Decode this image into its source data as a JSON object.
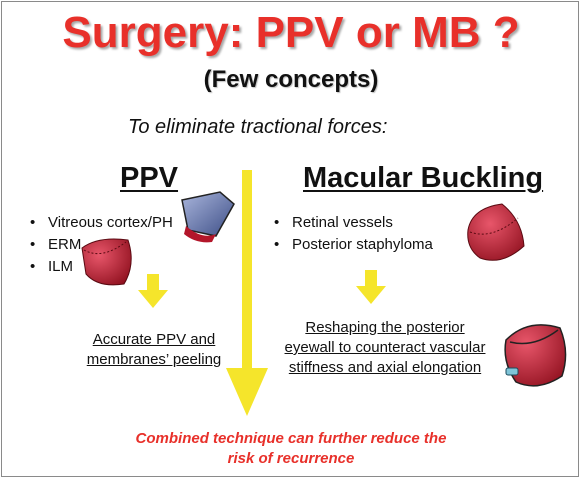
{
  "title": "Surgery: PPV or MB ?",
  "subtitle": "(Few concepts)",
  "intro": "To eliminate tractional forces:",
  "left": {
    "heading": "PPV",
    "bullets": [
      "Vitreous cortex/PH",
      "ERM",
      "ILM"
    ],
    "result_line1": "Accurate PPV and",
    "result_line2": "membranes’ peeling"
  },
  "right": {
    "heading": "Macular Buckling",
    "bullets": [
      "Retinal vessels",
      "Posterior staphyloma"
    ],
    "result_line1": "Reshaping the posterior",
    "result_line2": "eyewall to counteract vascular",
    "result_line3": "stiffness and axial elongation"
  },
  "conclusion_line1": "Combined technique can further reduce the",
  "conclusion_line2": "risk of recurrence",
  "colors": {
    "title_red": "#e8302a",
    "arrow_yellow": "#f5e52b",
    "eye_red": "#c8202f",
    "instrument_blue": "#5a6ea8"
  }
}
